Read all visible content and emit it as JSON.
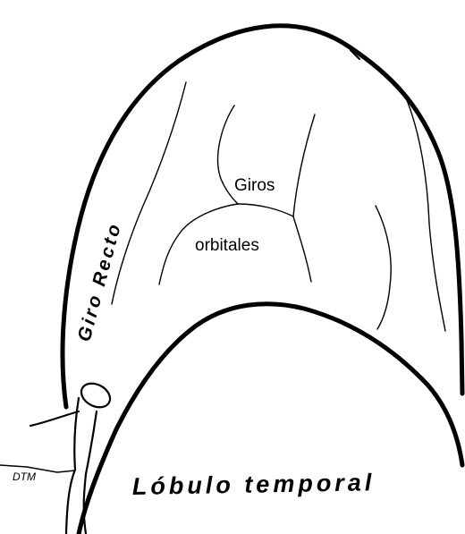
{
  "labels": {
    "giros": "Giros",
    "orbitales": "orbitales",
    "giro_recto": "Giro Recto",
    "lobulo_temporal": "Lóbulo temporal",
    "dtm": "DTM"
  }
}
